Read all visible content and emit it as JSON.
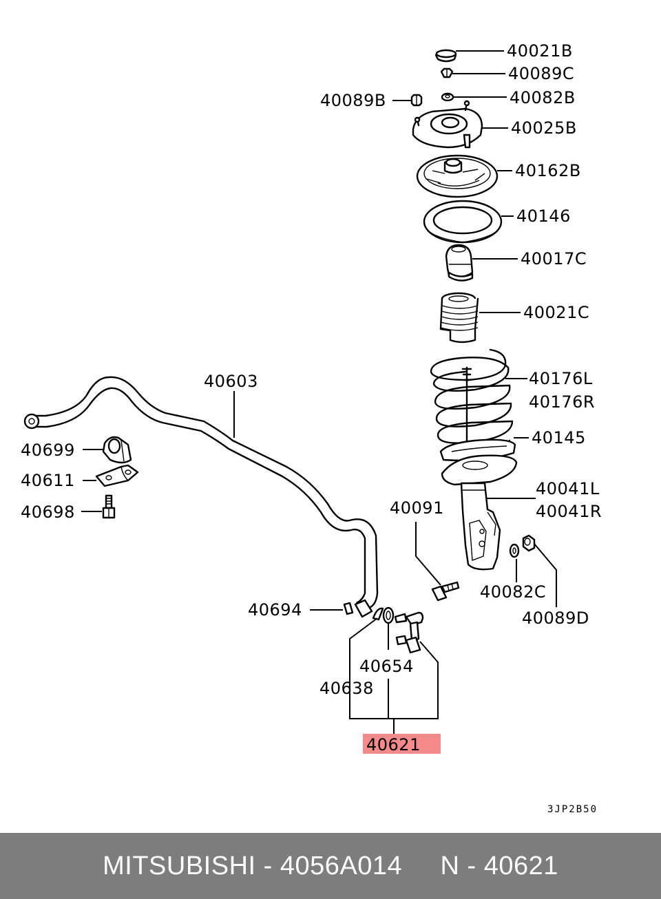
{
  "diagram": {
    "labels": {
      "l40021B": "40021B",
      "l40089C": "40089C",
      "l40082B": "40082B",
      "l40089B": "40089B",
      "l40025B": "40025B",
      "l40162B": "40162B",
      "l40146": "40146",
      "l40017C": "40017C",
      "l40021C": "40021C",
      "l40176L": "40176L",
      "l40176R": "40176R",
      "l40145": "40145",
      "l40041L": "40041L",
      "l40041R": "40041R",
      "l40091": "40091",
      "l40082C": "40082C",
      "l40089D": "40089D",
      "l40603": "40603",
      "l40699": "40699",
      "l40611": "40611",
      "l40698": "40698",
      "l40694": "40694",
      "l40654": "40654",
      "l40638": "40638",
      "l40621": "40621"
    },
    "highlight_color": "#f48a8a",
    "highlight_text_color": "#8b0000",
    "diagram_code": "3JP2B50"
  },
  "footer": {
    "brand": "MITSUBISHI",
    "separator": " - ",
    "part_number": "4056A014",
    "ref_prefix": "N",
    "ref_number": "40621"
  }
}
